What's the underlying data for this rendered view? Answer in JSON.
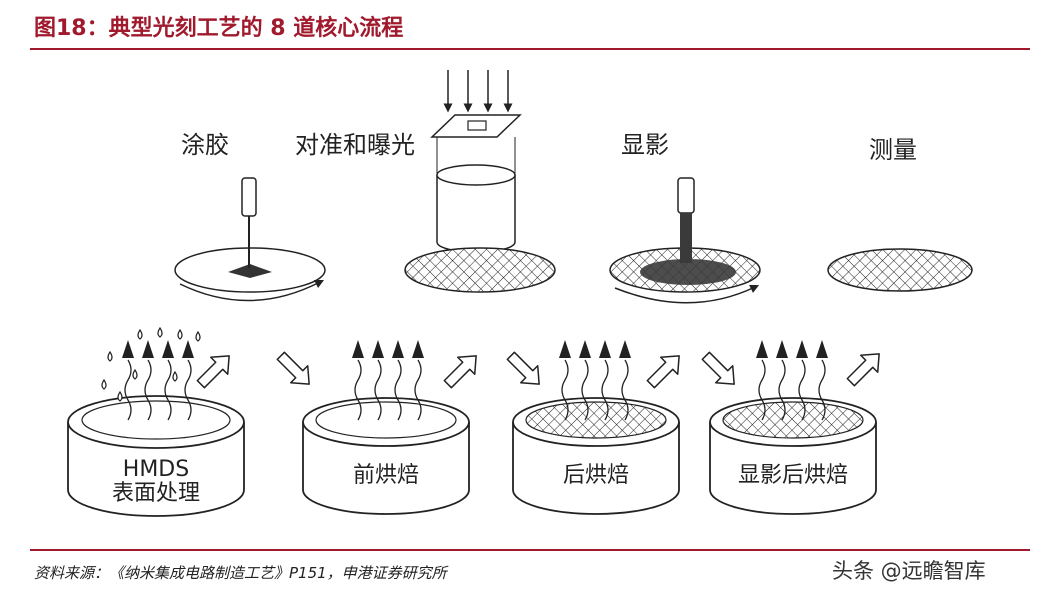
{
  "figure": {
    "title": "图18：典型光刻工艺的 8 道核心流程",
    "source": "资料来源：《纳米集成电路制造工艺》P151，申港证券研究所",
    "watermark": "头条 @远瞻智库"
  },
  "diagram": {
    "top_steps": [
      "涂胶",
      "对准和曝光",
      "显影",
      "测量"
    ],
    "bake_steps": [
      {
        "line1": "HMDS",
        "line2": "表面处理"
      },
      {
        "line1": "前烘焙",
        "line2": ""
      },
      {
        "line1": "后烘焙",
        "line2": ""
      },
      {
        "line1": "显影后烘焙",
        "line2": ""
      }
    ]
  },
  "colors": {
    "accent": "#a0192c",
    "line": "#222222",
    "photoresist": "#3a3a3a"
  }
}
